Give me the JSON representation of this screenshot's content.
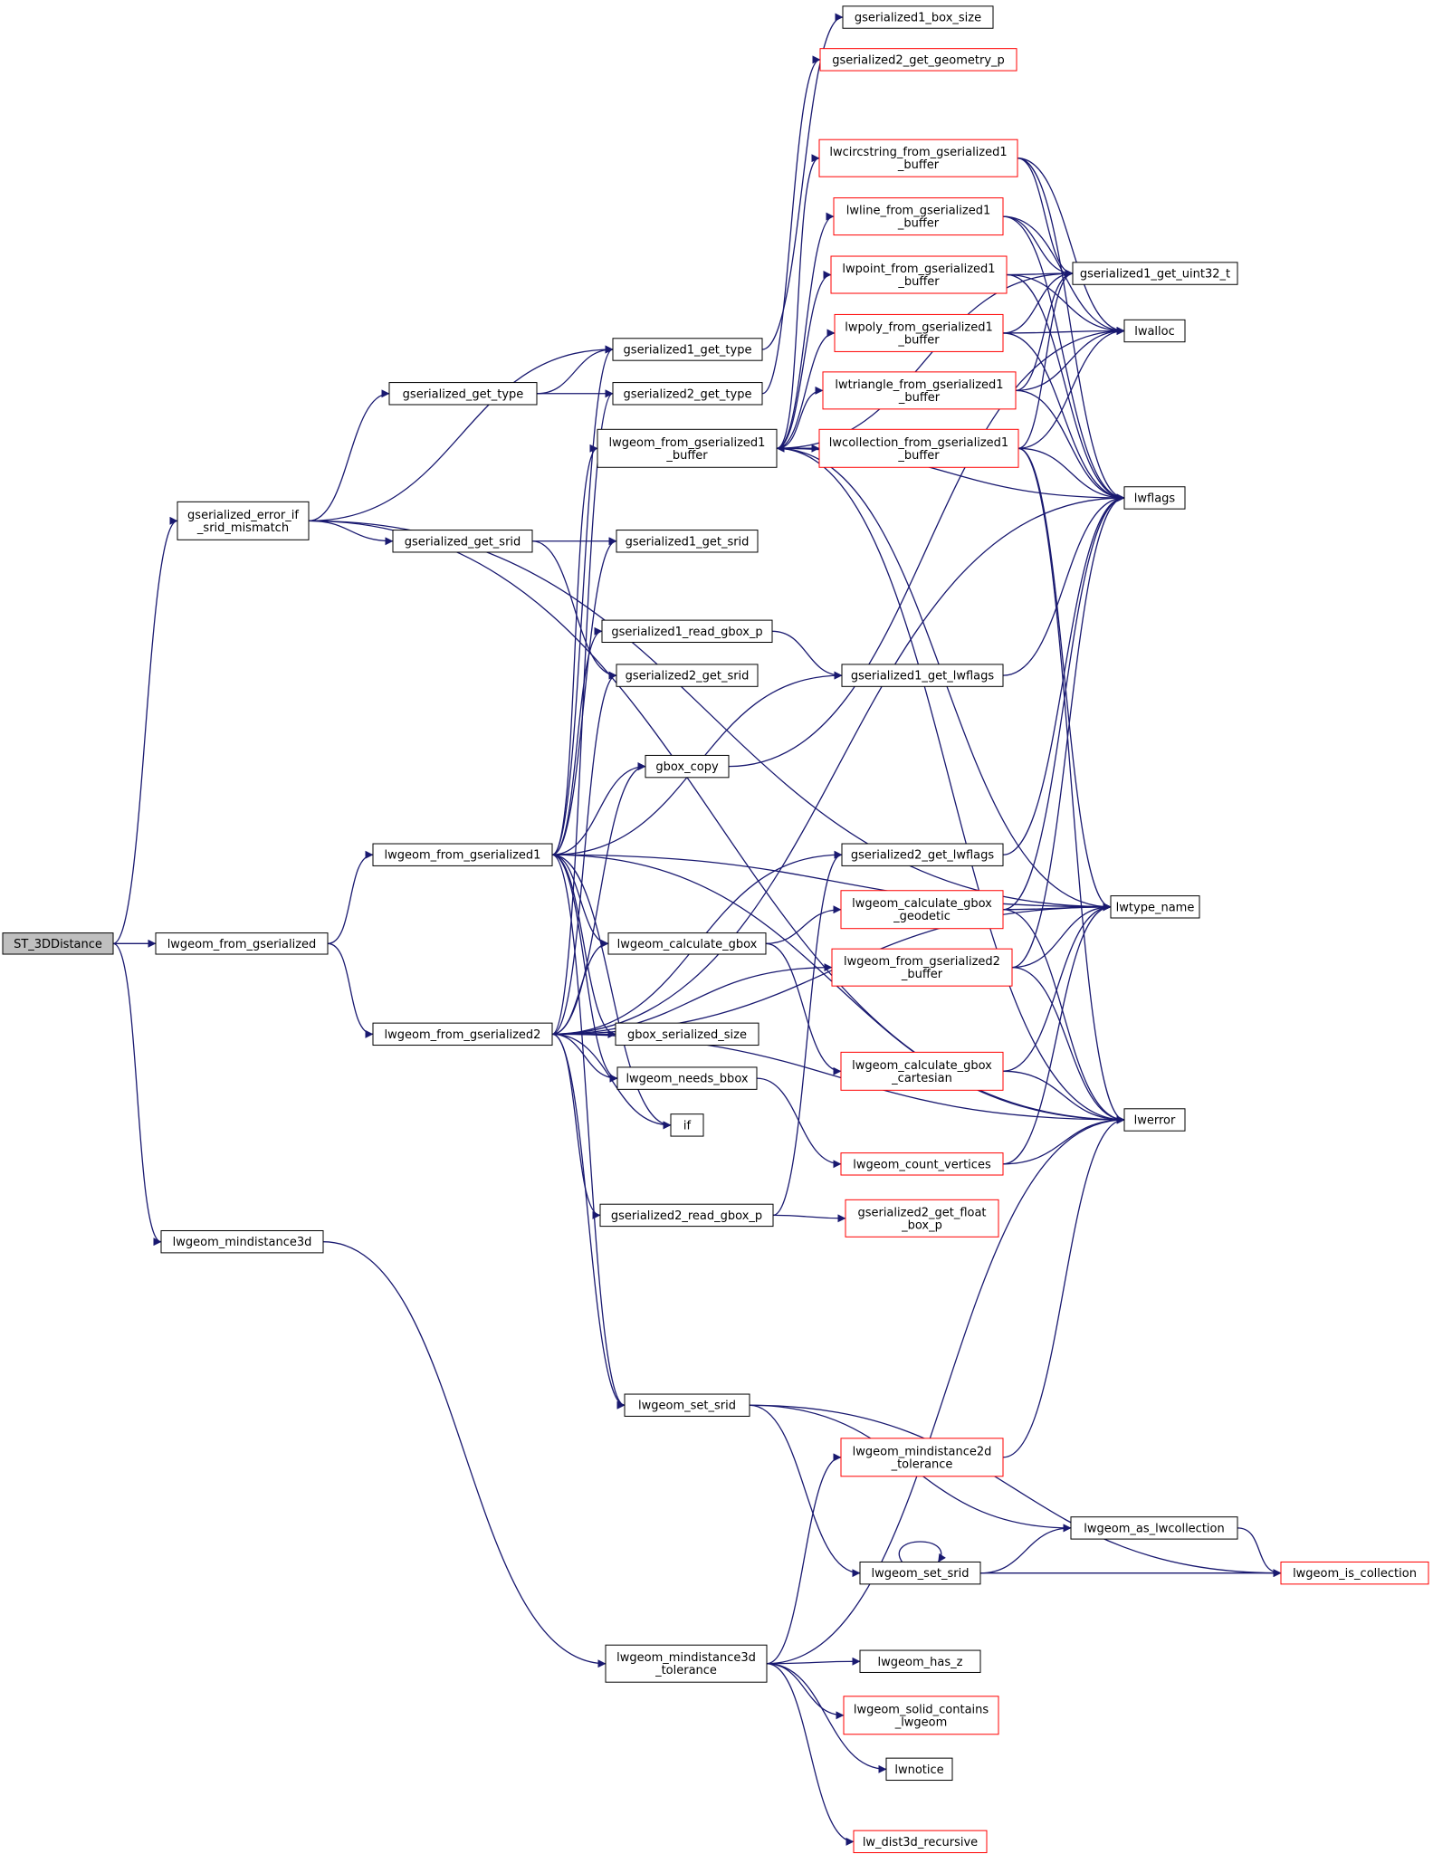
{
  "diagram": {
    "nodes": [
      {
        "id": "ST_3DDistance",
        "lines": [
          "ST_3DDistance"
        ],
        "style": "root"
      },
      {
        "id": "lwgeom_from_gserialized",
        "lines": [
          "lwgeom_from_gserialized"
        ],
        "style": "normal"
      },
      {
        "id": "lwgeom_mindistance3d",
        "lines": [
          "lwgeom_mindistance3d"
        ],
        "style": "normal"
      },
      {
        "id": "gserialized_error_if_srid_mismatch",
        "lines": [
          "gserialized_error_if",
          "_srid_mismatch"
        ],
        "style": "normal"
      },
      {
        "id": "gserialized_get_type",
        "lines": [
          "gserialized_get_type"
        ],
        "style": "normal"
      },
      {
        "id": "gserialized_get_srid",
        "lines": [
          "gserialized_get_srid"
        ],
        "style": "normal"
      },
      {
        "id": "lwgeom_from_gserialized1",
        "lines": [
          "lwgeom_from_gserialized1"
        ],
        "style": "normal"
      },
      {
        "id": "lwgeom_from_gserialized2",
        "lines": [
          "lwgeom_from_gserialized2"
        ],
        "style": "normal"
      },
      {
        "id": "gserialized1_box_size",
        "lines": [
          "gserialized1_box_size"
        ],
        "style": "normal"
      },
      {
        "id": "gserialized2_get_geometry_p",
        "lines": [
          "gserialized2_get_geometry_p"
        ],
        "style": "red"
      },
      {
        "id": "gserialized1_get_type",
        "lines": [
          "gserialized1_get_type"
        ],
        "style": "normal"
      },
      {
        "id": "gserialized2_get_type",
        "lines": [
          "gserialized2_get_type"
        ],
        "style": "normal"
      },
      {
        "id": "lwgeom_from_gserialized1_buffer",
        "lines": [
          "lwgeom_from_gserialized1",
          "_buffer"
        ],
        "style": "normal"
      },
      {
        "id": "gserialized1_get_srid",
        "lines": [
          "gserialized1_get_srid"
        ],
        "style": "normal"
      },
      {
        "id": "gserialized1_read_gbox_p",
        "lines": [
          "gserialized1_read_gbox_p"
        ],
        "style": "normal"
      },
      {
        "id": "gserialized2_get_srid",
        "lines": [
          "gserialized2_get_srid"
        ],
        "style": "normal"
      },
      {
        "id": "gbox_copy",
        "lines": [
          "gbox_copy"
        ],
        "style": "normal"
      },
      {
        "id": "lwgeom_calculate_gbox",
        "lines": [
          "lwgeom_calculate_gbox"
        ],
        "style": "normal"
      },
      {
        "id": "gbox_serialized_size",
        "lines": [
          "gbox_serialized_size"
        ],
        "style": "normal"
      },
      {
        "id": "lwgeom_needs_bbox",
        "lines": [
          "lwgeom_needs_bbox"
        ],
        "style": "normal"
      },
      {
        "id": "if",
        "lines": [
          "if"
        ],
        "style": "normal"
      },
      {
        "id": "gserialized2_read_gbox_p",
        "lines": [
          "gserialized2_read_gbox_p"
        ],
        "style": "normal"
      },
      {
        "id": "lwgeom_set_srid",
        "lines": [
          "lwgeom_set_srid"
        ],
        "style": "normal"
      },
      {
        "id": "lwgeom_mindistance3d_tolerance",
        "lines": [
          "lwgeom_mindistance3d",
          "_tolerance"
        ],
        "style": "normal"
      },
      {
        "id": "lwcircstring_from_gserialized1_buffer",
        "lines": [
          "lwcircstring_from_gserialized1",
          "_buffer"
        ],
        "style": "red"
      },
      {
        "id": "lwline_from_gserialized1_buffer",
        "lines": [
          "lwline_from_gserialized1",
          "_buffer"
        ],
        "style": "red"
      },
      {
        "id": "lwpoint_from_gserialized1_buffer",
        "lines": [
          "lwpoint_from_gserialized1",
          "_buffer"
        ],
        "style": "red"
      },
      {
        "id": "lwpoly_from_gserialized1_buffer",
        "lines": [
          "lwpoly_from_gserialized1",
          "_buffer"
        ],
        "style": "red"
      },
      {
        "id": "lwtriangle_from_gserialized1_buffer",
        "lines": [
          "lwtriangle_from_gserialized1",
          "_buffer"
        ],
        "style": "red"
      },
      {
        "id": "lwcollection_from_gserialized1_buffer",
        "lines": [
          "lwcollection_from_gserialized1",
          "_buffer"
        ],
        "style": "red"
      },
      {
        "id": "gserialized1_get_lwflags",
        "lines": [
          "gserialized1_get_lwflags"
        ],
        "style": "normal"
      },
      {
        "id": "gserialized2_get_lwflags",
        "lines": [
          "gserialized2_get_lwflags"
        ],
        "style": "normal"
      },
      {
        "id": "lwgeom_calculate_gbox_geodetic",
        "lines": [
          "lwgeom_calculate_gbox",
          "_geodetic"
        ],
        "style": "red"
      },
      {
        "id": "lwgeom_from_gserialized2_buffer",
        "lines": [
          "lwgeom_from_gserialized2",
          "_buffer"
        ],
        "style": "red"
      },
      {
        "id": "lwgeom_calculate_gbox_cartesian",
        "lines": [
          "lwgeom_calculate_gbox",
          "_cartesian"
        ],
        "style": "red"
      },
      {
        "id": "lwgeom_count_vertices",
        "lines": [
          "lwgeom_count_vertices"
        ],
        "style": "red"
      },
      {
        "id": "gserialized2_get_float_box_p",
        "lines": [
          "gserialized2_get_float",
          "_box_p"
        ],
        "style": "red"
      },
      {
        "id": "lwgeom_mindistance2d_tolerance",
        "lines": [
          "lwgeom_mindistance2d",
          "_tolerance"
        ],
        "style": "red"
      },
      {
        "id": "lwgeom_set_srid_2",
        "lines": [
          "lwgeom_set_srid"
        ],
        "style": "normal"
      },
      {
        "id": "lwgeom_has_z",
        "lines": [
          "lwgeom_has_z"
        ],
        "style": "normal"
      },
      {
        "id": "lwgeom_solid_contains_lwgeom",
        "lines": [
          "lwgeom_solid_contains",
          "_lwgeom"
        ],
        "style": "red"
      },
      {
        "id": "lwnotice",
        "lines": [
          "lwnotice"
        ],
        "style": "normal"
      },
      {
        "id": "lw_dist3d_recursive",
        "lines": [
          "lw_dist3d_recursive"
        ],
        "style": "red"
      },
      {
        "id": "gserialized1_get_uint32_t",
        "lines": [
          "gserialized1_get_uint32_t"
        ],
        "style": "normal"
      },
      {
        "id": "lwalloc",
        "lines": [
          "lwalloc"
        ],
        "style": "normal"
      },
      {
        "id": "lwflags",
        "lines": [
          "lwflags"
        ],
        "style": "normal"
      },
      {
        "id": "lwtype_name",
        "lines": [
          "lwtype_name"
        ],
        "style": "normal"
      },
      {
        "id": "lwerror",
        "lines": [
          "lwerror"
        ],
        "style": "normal"
      },
      {
        "id": "lwgeom_as_lwcollection",
        "lines": [
          "lwgeom_as_lwcollection"
        ],
        "style": "normal"
      },
      {
        "id": "lwgeom_is_collection",
        "lines": [
          "lwgeom_is_collection"
        ],
        "style": "red"
      }
    ],
    "edges": [
      [
        "ST_3DDistance",
        "lwgeom_from_gserialized"
      ],
      [
        "ST_3DDistance",
        "gserialized_error_if_srid_mismatch"
      ],
      [
        "ST_3DDistance",
        "lwgeom_mindistance3d"
      ],
      [
        "lwgeom_from_gserialized",
        "lwgeom_from_gserialized1"
      ],
      [
        "lwgeom_from_gserialized",
        "lwgeom_from_gserialized2"
      ],
      [
        "gserialized_error_if_srid_mismatch",
        "gserialized1_get_type"
      ],
      [
        "gserialized_error_if_srid_mismatch",
        "gserialized_get_type"
      ],
      [
        "gserialized_error_if_srid_mismatch",
        "gserialized_get_srid"
      ],
      [
        "gserialized_error_if_srid_mismatch",
        "lwtype_name"
      ],
      [
        "gserialized_error_if_srid_mismatch",
        "lwerror"
      ],
      [
        "gserialized_get_type",
        "gserialized1_get_type"
      ],
      [
        "gserialized_get_type",
        "gserialized2_get_type"
      ],
      [
        "gserialized_get_srid",
        "gserialized1_get_srid"
      ],
      [
        "gserialized_get_srid",
        "gserialized2_get_srid"
      ],
      [
        "gserialized1_get_type",
        "gserialized1_box_size"
      ],
      [
        "gserialized2_get_type",
        "gserialized2_get_geometry_p"
      ],
      [
        "lwgeom_from_gserialized1",
        "gserialized1_get_type"
      ],
      [
        "lwgeom_from_gserialized1",
        "lwgeom_from_gserialized1_buffer"
      ],
      [
        "lwgeom_from_gserialized1",
        "gserialized1_get_srid"
      ],
      [
        "lwgeom_from_gserialized1",
        "gserialized1_read_gbox_p"
      ],
      [
        "lwgeom_from_gserialized1",
        "gserialized1_get_lwflags"
      ],
      [
        "lwgeom_from_gserialized1",
        "gbox_copy"
      ],
      [
        "lwgeom_from_gserialized1",
        "lwgeom_calculate_gbox"
      ],
      [
        "lwgeom_from_gserialized1",
        "gbox_serialized_size"
      ],
      [
        "lwgeom_from_gserialized1",
        "lwgeom_needs_bbox"
      ],
      [
        "lwgeom_from_gserialized1",
        "if"
      ],
      [
        "lwgeom_from_gserialized1",
        "lwgeom_set_srid"
      ],
      [
        "lwgeom_from_gserialized1",
        "lwtype_name"
      ],
      [
        "lwgeom_from_gserialized1",
        "lwerror"
      ],
      [
        "lwgeom_from_gserialized2",
        "gserialized2_get_type"
      ],
      [
        "lwgeom_from_gserialized2",
        "gserialized2_get_srid"
      ],
      [
        "lwgeom_from_gserialized2",
        "gbox_copy"
      ],
      [
        "lwgeom_from_gserialized2",
        "gserialized2_get_lwflags"
      ],
      [
        "lwgeom_from_gserialized2",
        "lwgeom_calculate_gbox"
      ],
      [
        "lwgeom_from_gserialized2",
        "lwgeom_from_gserialized2_buffer"
      ],
      [
        "lwgeom_from_gserialized2",
        "gbox_serialized_size"
      ],
      [
        "lwgeom_from_gserialized2",
        "lwgeom_needs_bbox"
      ],
      [
        "lwgeom_from_gserialized2",
        "if"
      ],
      [
        "lwgeom_from_gserialized2",
        "gserialized2_read_gbox_p"
      ],
      [
        "lwgeom_from_gserialized2",
        "lwgeom_set_srid"
      ],
      [
        "lwgeom_from_gserialized2",
        "lwflags"
      ],
      [
        "lwgeom_from_gserialized2",
        "lwtype_name"
      ],
      [
        "lwgeom_from_gserialized2",
        "lwerror"
      ],
      [
        "lwgeom_from_gserialized1_buffer",
        "lwcircstring_from_gserialized1_buffer"
      ],
      [
        "lwgeom_from_gserialized1_buffer",
        "lwline_from_gserialized1_buffer"
      ],
      [
        "lwgeom_from_gserialized1_buffer",
        "lwpoint_from_gserialized1_buffer"
      ],
      [
        "lwgeom_from_gserialized1_buffer",
        "lwpoly_from_gserialized1_buffer"
      ],
      [
        "lwgeom_from_gserialized1_buffer",
        "lwtriangle_from_gserialized1_buffer"
      ],
      [
        "lwgeom_from_gserialized1_buffer",
        "lwcollection_from_gserialized1_buffer"
      ],
      [
        "lwgeom_from_gserialized1_buffer",
        "gserialized1_get_uint32_t"
      ],
      [
        "lwgeom_from_gserialized1_buffer",
        "lwflags"
      ],
      [
        "lwgeom_from_gserialized1_buffer",
        "lwtype_name"
      ],
      [
        "lwgeom_from_gserialized1_buffer",
        "lwerror"
      ],
      [
        "lwcollection_from_gserialized1_buffer",
        "lwgeom_from_gserialized1_buffer"
      ],
      [
        "lwcircstring_from_gserialized1_buffer",
        "gserialized1_get_uint32_t"
      ],
      [
        "lwcircstring_from_gserialized1_buffer",
        "lwalloc"
      ],
      [
        "lwcircstring_from_gserialized1_buffer",
        "lwflags"
      ],
      [
        "lwline_from_gserialized1_buffer",
        "gserialized1_get_uint32_t"
      ],
      [
        "lwline_from_gserialized1_buffer",
        "lwalloc"
      ],
      [
        "lwline_from_gserialized1_buffer",
        "lwflags"
      ],
      [
        "lwpoint_from_gserialized1_buffer",
        "gserialized1_get_uint32_t"
      ],
      [
        "lwpoint_from_gserialized1_buffer",
        "lwalloc"
      ],
      [
        "lwpoint_from_gserialized1_buffer",
        "lwflags"
      ],
      [
        "lwpoly_from_gserialized1_buffer",
        "gserialized1_get_uint32_t"
      ],
      [
        "lwpoly_from_gserialized1_buffer",
        "lwalloc"
      ],
      [
        "lwpoly_from_gserialized1_buffer",
        "lwflags"
      ],
      [
        "lwtriangle_from_gserialized1_buffer",
        "gserialized1_get_uint32_t"
      ],
      [
        "lwtriangle_from_gserialized1_buffer",
        "lwalloc"
      ],
      [
        "lwtriangle_from_gserialized1_buffer",
        "lwflags"
      ],
      [
        "lwcollection_from_gserialized1_buffer",
        "gserialized1_get_uint32_t"
      ],
      [
        "lwcollection_from_gserialized1_buffer",
        "lwalloc"
      ],
      [
        "lwcollection_from_gserialized1_buffer",
        "lwflags"
      ],
      [
        "lwcollection_from_gserialized1_buffer",
        "lwtype_name"
      ],
      [
        "lwcollection_from_gserialized1_buffer",
        "lwerror"
      ],
      [
        "gserialized1_read_gbox_p",
        "gserialized1_get_lwflags"
      ],
      [
        "gserialized1_get_lwflags",
        "lwflags"
      ],
      [
        "gbox_copy",
        "lwalloc"
      ],
      [
        "gserialized2_get_lwflags",
        "lwflags"
      ],
      [
        "lwgeom_calculate_gbox",
        "lwgeom_calculate_gbox_geodetic"
      ],
      [
        "lwgeom_calculate_gbox",
        "lwgeom_calculate_gbox_cartesian"
      ],
      [
        "lwgeom_calculate_gbox_geodetic",
        "lwtype_name"
      ],
      [
        "lwgeom_calculate_gbox_geodetic",
        "lwerror"
      ],
      [
        "lwgeom_calculate_gbox_geodetic",
        "lwflags"
      ],
      [
        "lwgeom_from_gserialized2_buffer",
        "lwtype_name"
      ],
      [
        "lwgeom_from_gserialized2_buffer",
        "lwerror"
      ],
      [
        "lwgeom_from_gserialized2_buffer",
        "lwflags"
      ],
      [
        "lwgeom_calculate_gbox_cartesian",
        "lwtype_name"
      ],
      [
        "lwgeom_calculate_gbox_cartesian",
        "lwerror"
      ],
      [
        "lwgeom_needs_bbox",
        "lwgeom_count_vertices"
      ],
      [
        "lwgeom_count_vertices",
        "lwtype_name"
      ],
      [
        "lwgeom_count_vertices",
        "lwerror"
      ],
      [
        "gserialized2_read_gbox_p",
        "gserialized2_get_float_box_p"
      ],
      [
        "gserialized2_read_gbox_p",
        "gserialized2_get_lwflags"
      ],
      [
        "lwgeom_set_srid",
        "lwgeom_as_lwcollection"
      ],
      [
        "lwgeom_set_srid",
        "lwgeom_set_srid_2"
      ],
      [
        "lwgeom_set_srid",
        "lwgeom_is_collection"
      ],
      [
        "lwgeom_set_srid_2",
        "lwgeom_set_srid_2"
      ],
      [
        "lwgeom_set_srid_2",
        "lwgeom_as_lwcollection"
      ],
      [
        "lwgeom_set_srid_2",
        "lwgeom_is_collection"
      ],
      [
        "lwgeom_as_lwcollection",
        "lwgeom_is_collection"
      ],
      [
        "lwgeom_mindistance3d",
        "lwgeom_mindistance3d_tolerance"
      ],
      [
        "lwgeom_mindistance3d_tolerance",
        "lwgeom_mindistance2d_tolerance"
      ],
      [
        "lwgeom_mindistance3d_tolerance",
        "lwgeom_has_z"
      ],
      [
        "lwgeom_mindistance3d_tolerance",
        "lwgeom_solid_contains_lwgeom"
      ],
      [
        "lwgeom_mindistance3d_tolerance",
        "lwnotice"
      ],
      [
        "lwgeom_mindistance3d_tolerance",
        "lw_dist3d_recursive"
      ],
      [
        "lwgeom_mindistance3d_tolerance",
        "lwerror"
      ],
      [
        "lwgeom_mindistance2d_tolerance",
        "lwerror"
      ]
    ]
  },
  "colors": {
    "edge": "#191970",
    "root_fill": "#bfbfbf",
    "node_border": "#000000",
    "node_border_red": "#ff0000",
    "background": "#ffffff"
  }
}
